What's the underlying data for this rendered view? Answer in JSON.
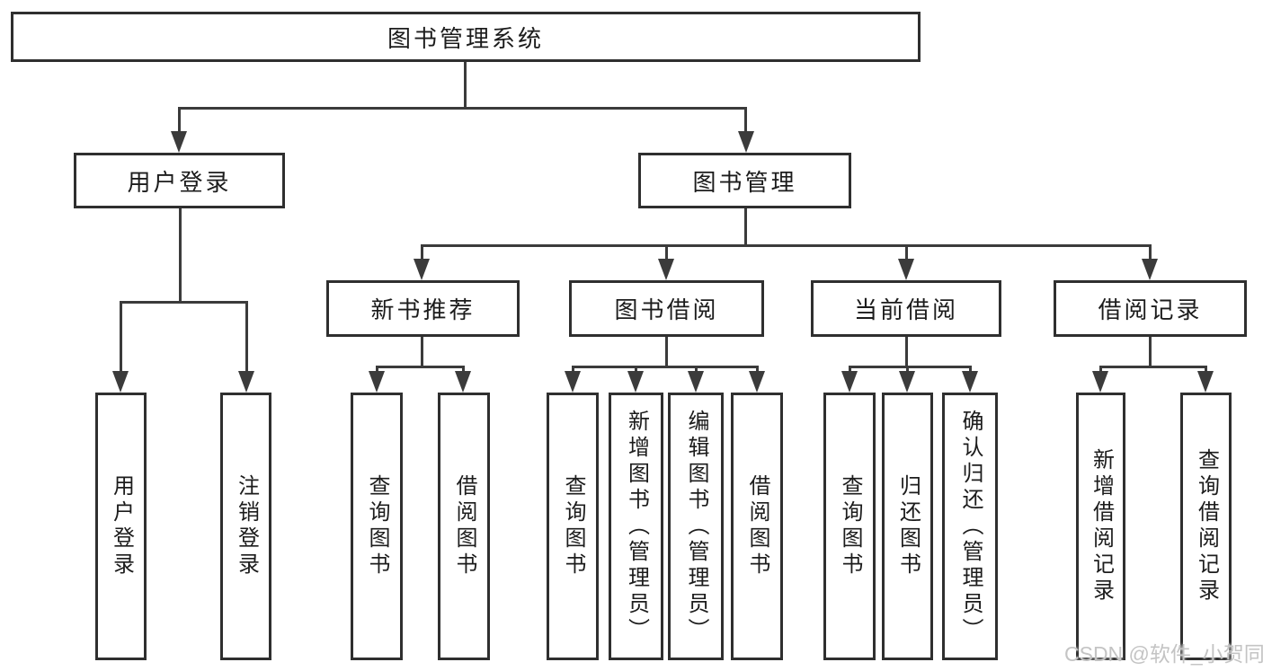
{
  "colors": {
    "line": "#3b3b3b",
    "box_border": "#2f2f2f",
    "text": "#1c1c1c",
    "background": "#ffffff",
    "watermark": "#c4c4c4"
  },
  "watermark": {
    "text": "CSDN @软件_小贺同学"
  },
  "tree": {
    "root": {
      "label": "图书管理系统"
    },
    "branches": [
      {
        "label": "用户登录",
        "children": [
          {
            "label": "用户登录"
          },
          {
            "label": "注销登录"
          }
        ]
      },
      {
        "label": "图书管理",
        "children": [
          {
            "label": "新书推荐",
            "children": [
              {
                "label": "查询图书"
              },
              {
                "label": "借阅图书"
              }
            ]
          },
          {
            "label": "图书借阅",
            "children": [
              {
                "label": "查询图书"
              },
              {
                "label": "新增图书（管理员）"
              },
              {
                "label": "编辑图书（管理员）"
              },
              {
                "label": "借阅图书"
              }
            ]
          },
          {
            "label": "当前借阅",
            "children": [
              {
                "label": "查询图书"
              },
              {
                "label": "归还图书"
              },
              {
                "label": "确认归还（管理员）"
              }
            ]
          },
          {
            "label": "借阅记录",
            "children": [
              {
                "label": "新增借阅记录"
              },
              {
                "label": "查询借阅记录"
              }
            ]
          }
        ]
      }
    ]
  }
}
